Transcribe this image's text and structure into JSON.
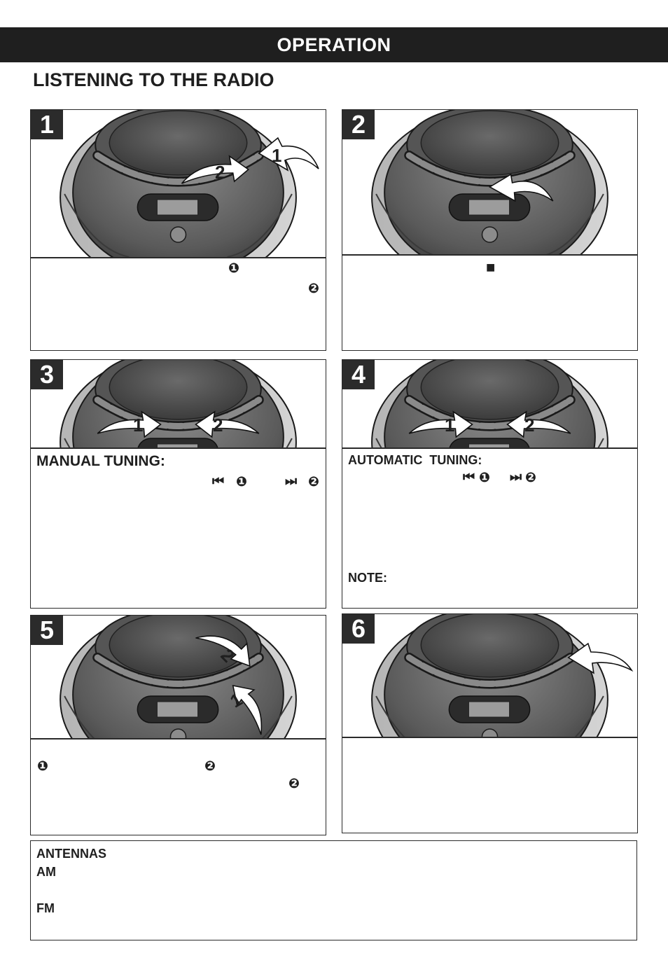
{
  "header": {
    "title": "OPERATION"
  },
  "section": {
    "title": "LISTENING TO THE RADIO"
  },
  "panels": [
    {
      "number": "1",
      "arrow_labels": [
        "1",
        "2"
      ],
      "glyphs": [
        "❶",
        "❷"
      ]
    },
    {
      "number": "2",
      "glyphs": [
        "■"
      ]
    },
    {
      "number": "3",
      "arrow_labels": [
        "1",
        "2"
      ],
      "heading": "MANUAL TUNING:",
      "glyphs": [
        "⏮",
        "❶",
        "⏭",
        "❷"
      ]
    },
    {
      "number": "4",
      "arrow_labels": [
        "1",
        "2"
      ],
      "heading": "AUTOMATIC  TUNING:",
      "glyphs": [
        "⏮",
        "❶",
        "⏭",
        "❷"
      ],
      "note_label": "NOTE:"
    },
    {
      "number": "5",
      "arrow_labels": [
        "2",
        "1"
      ],
      "glyphs": [
        "❶",
        "❷",
        "❷"
      ]
    },
    {
      "number": "6"
    }
  ],
  "antennas": {
    "heading": "ANTENNAS",
    "am_label": "AM",
    "fm_label": "FM"
  },
  "colors": {
    "header_bg": "#1f1f1f",
    "badge_bg": "#2b2b2b",
    "device_dark": "#3d3d3d",
    "device_mid": "#7a7a7a",
    "device_light": "#b9b9b9"
  }
}
